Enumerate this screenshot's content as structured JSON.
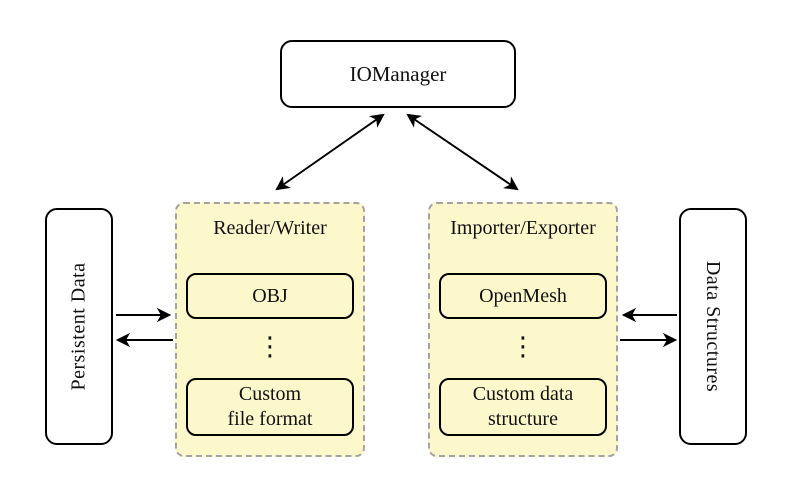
{
  "nodes": {
    "iomanager": {
      "label": "IOManager"
    },
    "persistent_data": {
      "label": "Persistent Data"
    },
    "data_structures": {
      "label": "Data Structures"
    }
  },
  "panels": {
    "reader_writer": {
      "title": "Reader/Writer",
      "items": [
        "OBJ",
        "Custom\nfile format"
      ],
      "ellipsis": "⋮"
    },
    "importer_exporter": {
      "title": "Importer/Exporter",
      "items": [
        "OpenMesh",
        "Custom data\nstructure"
      ],
      "ellipsis": "⋮"
    }
  },
  "colors": {
    "background": "#ffffff",
    "panel_fill": "#fcf8cb",
    "panel_dash_border": "#a3a3a3",
    "box_border": "#000000",
    "arrow": "#000000",
    "text": "#111111"
  }
}
